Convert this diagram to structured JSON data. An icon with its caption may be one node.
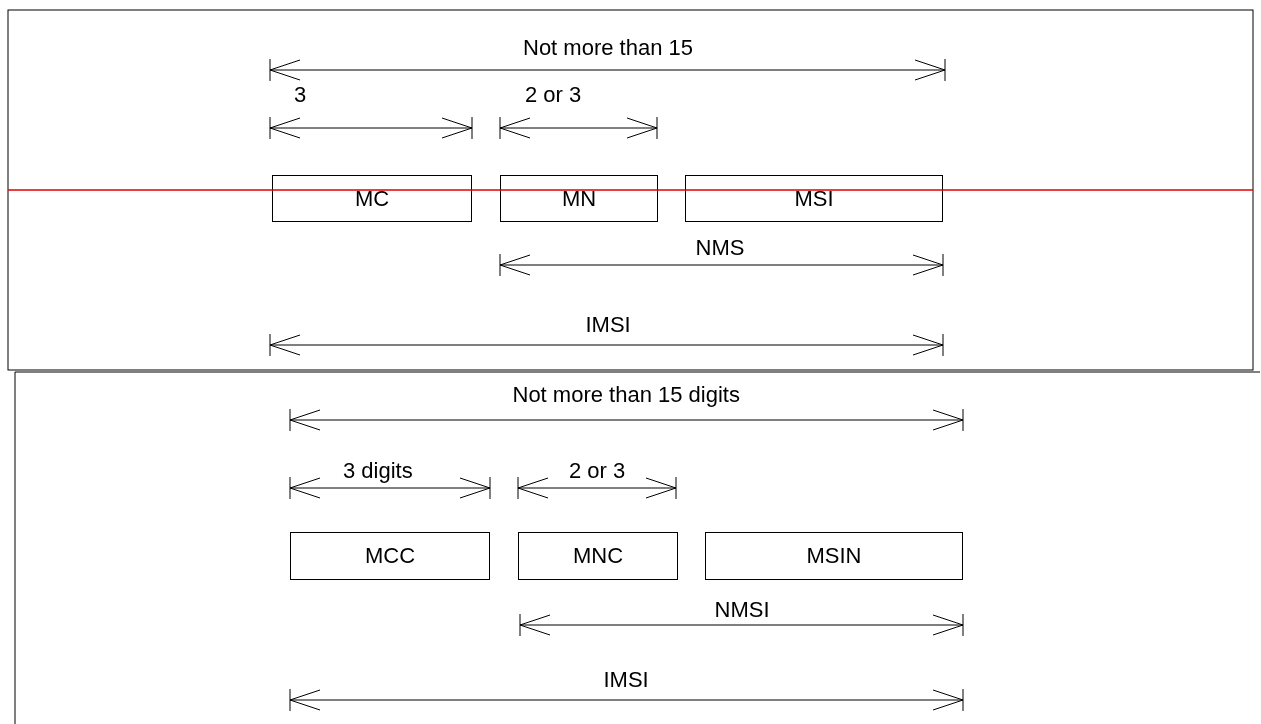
{
  "diagram": {
    "nodes": [
      {
        "text": [
          "MC"
        ]
      },
      {
        "text": [
          "MN"
        ]
      },
      {
        "text": [
          "MSI"
        ]
      },
      {
        "text": [
          "MCC"
        ]
      },
      {
        "text": [
          "MNC"
        ]
      },
      {
        "text": [
          "MSIN"
        ]
      }
    ],
    "labels": [
      "Not more than 15",
      "3",
      "2 or 3",
      "NMS",
      "IMSI",
      "Not more than 15 digits",
      "3 digits",
      "2 or 3",
      "NMSI",
      "IMSI"
    ]
  }
}
